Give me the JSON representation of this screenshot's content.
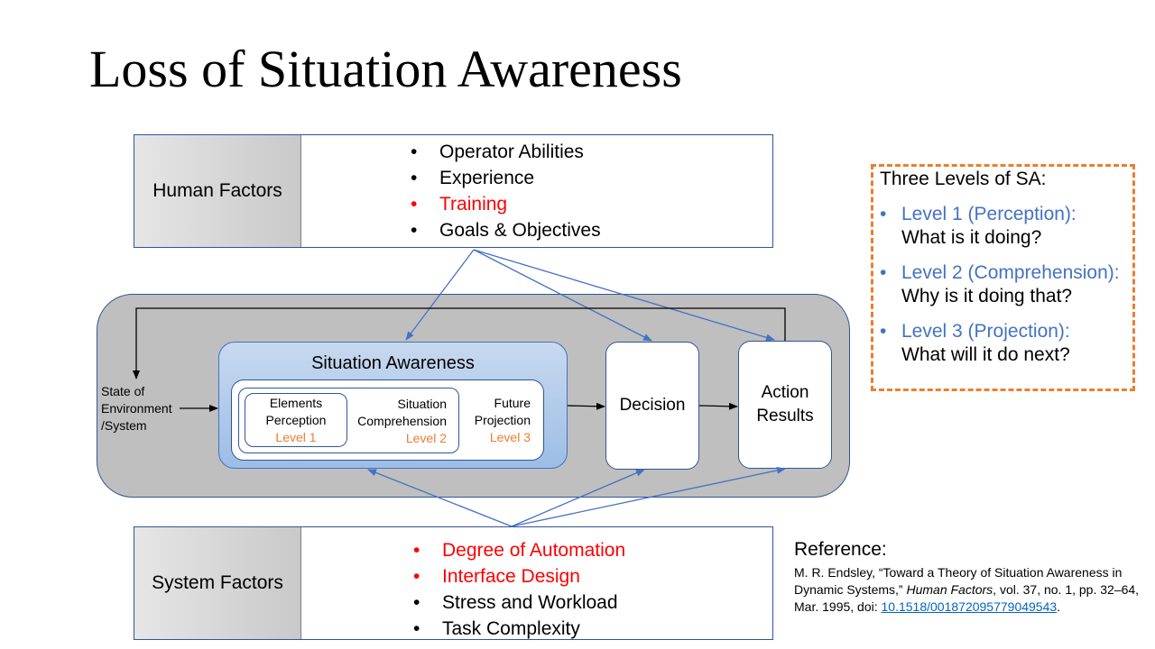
{
  "title": "Loss of Situation Awareness",
  "human_factors": {
    "label": "Human Factors",
    "items": [
      {
        "text": "Operator Abilities",
        "highlight": false
      },
      {
        "text": "Experience",
        "highlight": false
      },
      {
        "text": "Training",
        "highlight": true
      },
      {
        "text": "Goals & Objectives",
        "highlight": false
      }
    ]
  },
  "system_factors": {
    "label": "System Factors",
    "items": [
      {
        "text": "Degree of Automation",
        "highlight": true
      },
      {
        "text": "Interface Design",
        "highlight": true
      },
      {
        "text": "Stress and Workload",
        "highlight": false
      },
      {
        "text": "Task Complexity",
        "highlight": false
      }
    ]
  },
  "environment_label": [
    "State of",
    "Environment",
    "/System"
  ],
  "situation_awareness": {
    "title": "Situation Awareness",
    "levels": [
      {
        "lines": [
          "Elements",
          "Perception"
        ],
        "level": "Level 1"
      },
      {
        "lines": [
          "Situation",
          "Comprehension"
        ],
        "level": "Level 2"
      },
      {
        "lines": [
          "Future",
          "Projection"
        ],
        "level": "Level 3"
      }
    ]
  },
  "decision": {
    "label": "Decision"
  },
  "action_results": {
    "lines": [
      "Action",
      "Results"
    ]
  },
  "sa_levels": {
    "title": "Three Levels of SA:",
    "items": [
      {
        "name": "Level 1 (Perception):",
        "question": "What is it doing?"
      },
      {
        "name": "Level 2 (Comprehension):",
        "question": "Why is it doing that?"
      },
      {
        "name": "Level 3 (Projection):",
        "question": "What will it do next?"
      }
    ]
  },
  "reference": {
    "heading": "Reference:",
    "authors": "M. R. Endsley, “Toward a Theory of Situation Awareness in Dynamic Systems,” ",
    "journal": "Human Factors",
    "details": ", vol. 37, no. 1, pp. 32–64, Mar. 1995, doi: ",
    "doi": "10.1518/001872095779049543",
    "end": "."
  },
  "colors": {
    "highlight_red": "#ff0000",
    "level_orange": "#ed7d31",
    "level_blue": "#4472c4",
    "arrow_blue": "#4472c4",
    "link": "#0563c1"
  }
}
